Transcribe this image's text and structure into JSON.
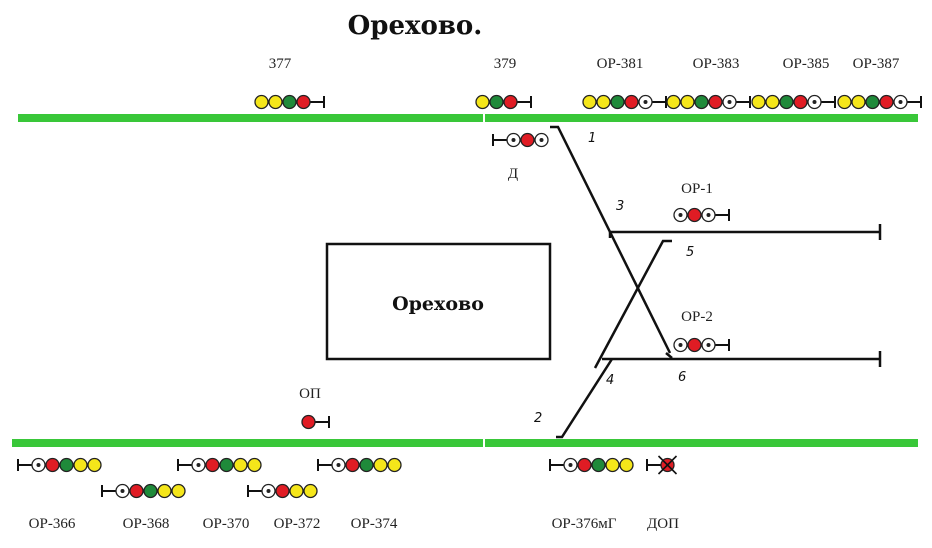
{
  "title": "Орехово.",
  "building_label": "Орехово",
  "colors": {
    "track": "#39c739",
    "yellow": "#f5e61a",
    "green": "#1f8a3a",
    "red": "#e01c24",
    "line": "#111111"
  },
  "signals": [
    {
      "name": "377",
      "lamps": [
        "yellow",
        "yellow",
        "green",
        "red"
      ],
      "dir": "right"
    },
    {
      "name": "379",
      "lamps": [
        "yellow",
        "green",
        "red"
      ],
      "dir": "right"
    },
    {
      "name": "ОР-381",
      "lamps": [
        "yellow",
        "yellow",
        "green",
        "red",
        "lunar"
      ],
      "dir": "right"
    },
    {
      "name": "ОР-383",
      "lamps": [
        "yellow",
        "yellow",
        "green",
        "red",
        "lunar"
      ],
      "dir": "right"
    },
    {
      "name": "ОР-385",
      "lamps": [
        "yellow",
        "yellow",
        "green",
        "red",
        "lunar"
      ],
      "dir": "right"
    },
    {
      "name": "ОР-387",
      "lamps": [
        "yellow",
        "yellow",
        "green",
        "red",
        "lunar"
      ],
      "dir": "right"
    },
    {
      "name": "Д",
      "lamps": [
        "lunar",
        "red",
        "lunar"
      ],
      "dir": "left"
    },
    {
      "name": "ОР-1",
      "lamps": [
        "lunar",
        "red",
        "lunar"
      ],
      "dir": "right"
    },
    {
      "name": "ОР-2",
      "lamps": [
        "lunar",
        "red",
        "lunar"
      ],
      "dir": "right"
    },
    {
      "name": "ОП",
      "lamps": [
        "red"
      ],
      "dir": "right"
    },
    {
      "name": "ОР-366",
      "lamps": [
        "lunar",
        "red",
        "green",
        "yellow",
        "yellow"
      ],
      "dir": "left"
    },
    {
      "name": "ОР-368",
      "lamps": [
        "lunar",
        "red",
        "green",
        "yellow",
        "yellow"
      ],
      "dir": "left"
    },
    {
      "name": "ОР-370",
      "lamps": [
        "lunar",
        "red",
        "green",
        "yellow",
        "yellow"
      ],
      "dir": "left"
    },
    {
      "name": "ОР-372",
      "lamps": [
        "lunar",
        "red",
        "yellow",
        "yellow"
      ],
      "dir": "left"
    },
    {
      "name": "ОР-374",
      "lamps": [
        "lunar",
        "red",
        "green",
        "yellow",
        "yellow"
      ],
      "dir": "left"
    },
    {
      "name": "ОР-376мГ",
      "lamps": [
        "lunar",
        "red",
        "green",
        "yellow",
        "yellow"
      ],
      "dir": "left"
    },
    {
      "name": "ДОП",
      "lamps": [
        "red"
      ],
      "dir": "left",
      "crossed": true
    }
  ],
  "switches": [
    "1",
    "2",
    "3",
    "4",
    "5",
    "6"
  ]
}
